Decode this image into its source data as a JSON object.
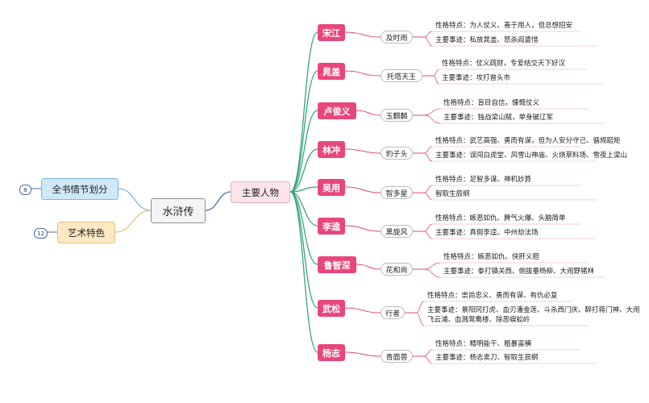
{
  "root": {
    "label": "水浒传"
  },
  "left_topics": [
    {
      "label": "全书情节划分",
      "badge": "8"
    },
    {
      "label": "艺术特色",
      "badge": "12"
    }
  ],
  "main_topic": {
    "label": "主要人物"
  },
  "characters": [
    {
      "name": "宋江",
      "nickname": "及时雨",
      "traits": "性格特点：为人仗义、善于用人，但总想招安",
      "deeds": "主要事迹：私放晁盖、怒杀阎婆惜"
    },
    {
      "name": "晁盖",
      "nickname": "托塔天王",
      "traits": "性格特点：仗义疏财，专爱结交天下好汉",
      "deeds": "主要事迹：攻打曾头市"
    },
    {
      "name": "卢俊义",
      "nickname": "玉麒麟",
      "traits": "性格特点：盲目自信，慷慨仗义",
      "deeds": "主要事迹：独战梁山贼，单身破辽军"
    },
    {
      "name": "林冲",
      "nickname": "豹子头",
      "traits": "性格特点：武艺高强、勇而有谋，但为人安分守己、循规蹈矩",
      "deeds": "主要事迹：误闯白虎堂、风雪山神庙、火烧草料场、雪夜上梁山"
    },
    {
      "name": "吴用",
      "nickname": "智多星",
      "traits": "性格特点：足智多谋、神机妙算",
      "deeds": "智取生辰纲"
    },
    {
      "name": "李逵",
      "nickname": "黑旋风",
      "traits": "性格特点：嫉恶如仇、脾气火爆、头脑简单",
      "deeds": "主要事迹：真假李逵、中州劫法场"
    },
    {
      "name": "鲁智深",
      "nickname": "花和尚",
      "traits": "性格特点：嫉恶如仇、侠肝义胆",
      "deeds": "主要事迹：拳打镇关西、倒拔垂杨柳、大闹野猪林"
    },
    {
      "name": "武松",
      "nickname": "行者",
      "traits": "性格特点：崇尚忠义、勇而有谋、有仇必复",
      "deeds": "主要事迹：景阳冈打虎、血刃潘金莲、斗杀西门庆、醉打蒋门神、大闹飞云浦、血溅鸳鸯楼、除恶蜈蚣岭"
    },
    {
      "name": "杨志",
      "nickname": "青面兽",
      "traits": "性格特点：精明能干、粗暴蛮横",
      "deeds": "主要事迹：杨志卖刀、智取生辰纲"
    }
  ]
}
